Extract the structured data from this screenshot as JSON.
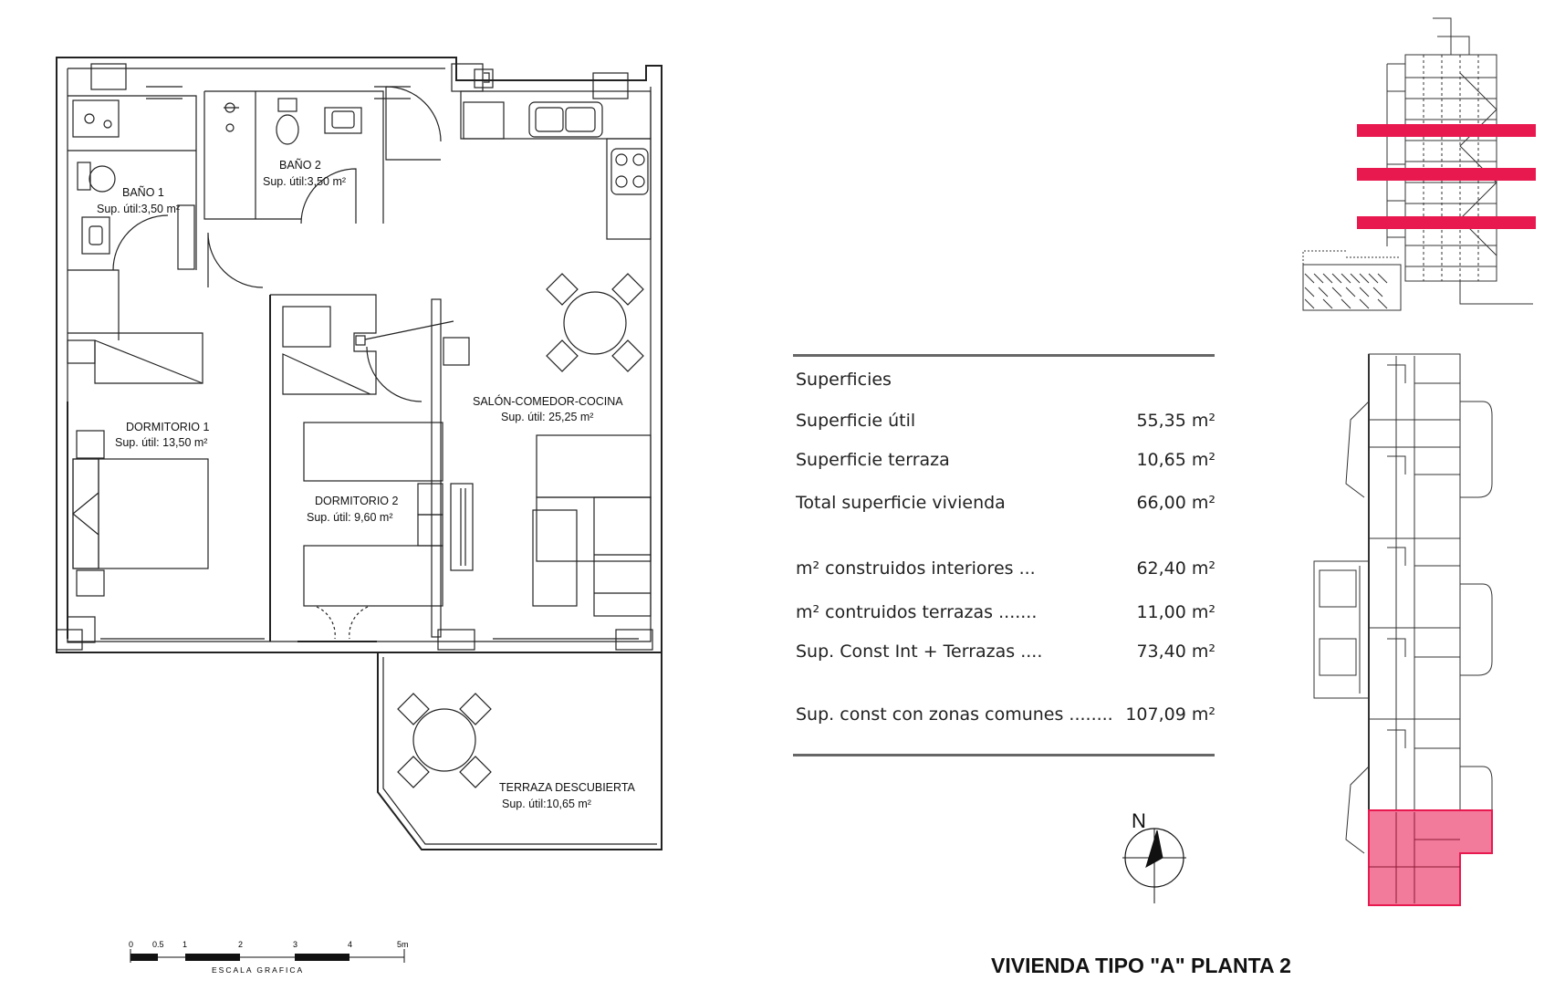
{
  "plan": {
    "rooms": [
      {
        "name": "BAÑO 1",
        "area": "Sup. útil:3,50 m²"
      },
      {
        "name": "BAÑO 2",
        "area": "Sup. útil:3,50 m²"
      },
      {
        "name": "DORMITORIO 1",
        "area": "Sup. útil: 13,50 m²"
      },
      {
        "name": "DORMITORIO 2",
        "area": "Sup. útil: 9,60 m²"
      },
      {
        "name": "SALÓN-COMEDOR-COCINA",
        "area": "Sup. útil: 25,25 m²"
      },
      {
        "name": "TERRAZA DESCUBIERTA",
        "area": "Sup. útil:10,65 m²"
      }
    ],
    "scale": {
      "ticks": [
        "0",
        "0.5",
        "1",
        "2",
        "3",
        "4",
        "5m"
      ],
      "label": "ESCALA GRAFICA"
    },
    "north_label": "N"
  },
  "superficies": {
    "title": "Superficies",
    "rows": [
      {
        "label": "Superficie útil",
        "value": "55,35 m²"
      },
      {
        "label": "Superficie terraza",
        "value": "10,65 m²"
      },
      {
        "label": "Total superficie vivienda",
        "value": "66,00 m²"
      },
      {
        "label": "m² construidos interiores ...",
        "value": "62,40 m²"
      },
      {
        "label": "m² contruidos terrazas .......",
        "value": "11,00 m²"
      },
      {
        "label": "Sup. Const Int + Terrazas ....",
        "value": "73,40 m²"
      },
      {
        "label": "Sup. const con zonas comunes ........",
        "value": "107,09 m²"
      }
    ]
  },
  "colors": {
    "highlight": "#e8194f",
    "highlight_fill": "#f27a9b",
    "line": "#222222"
  },
  "page_title": "VIVIENDA TIPO \"A\" PLANTA 2"
}
